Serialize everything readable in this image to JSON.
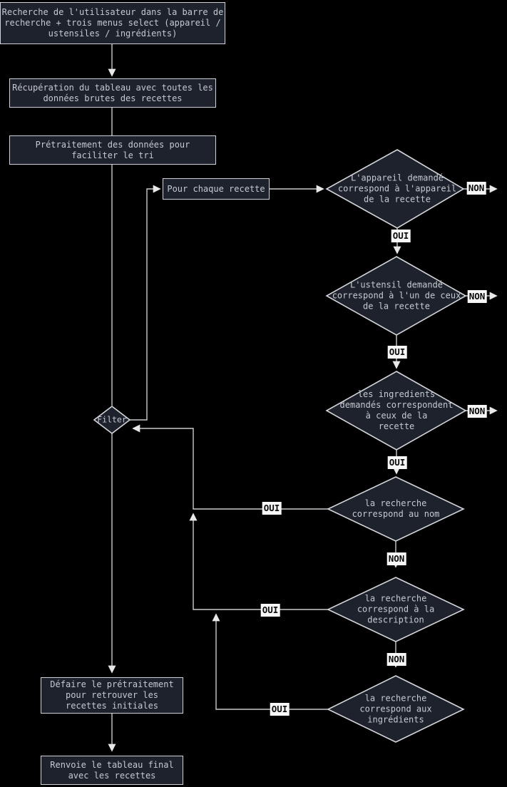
{
  "flowchart": {
    "title_semantic": "recipe-search-filter-flowchart",
    "colors": {
      "background": "#000000",
      "node_fill": "#1d222c",
      "node_border": "#ced1d6",
      "node_text": "#c5c9d0",
      "edge_line": "#c9cbce",
      "arrowhead": "#e8e8e8",
      "edge_label_bg": "#f7f7f7",
      "edge_label_text": "#0a0a0a"
    },
    "nodes": {
      "search": {
        "label": "Recherche de l'utilisateur dans la barre de\nrecherche + trois menus select (appareil /\nustensiles / ingrédients)"
      },
      "fetch_table": {
        "label": "Récupération du tableau avec toutes les\ndonnées brutes des recettes"
      },
      "preprocess": {
        "label": "Prétraitement des données pour\nfaciliter le tri"
      },
      "for_each": {
        "label": "Pour chaque recette"
      },
      "appliance_check": {
        "label": "L'appareil demandé\ncorrespond à l'appareil\nde la recette"
      },
      "utensil_check": {
        "label": "L'ustensil demandé\ncorrespond à l'un de ceux\nde la recette"
      },
      "ingredients_check": {
        "label": "les ingredients\ndemandés correspondent\nà ceux de la\nrecette"
      },
      "name_match": {
        "label": "la recherche\ncorrespond au nom"
      },
      "description_match": {
        "label": "la recherche\ncorrespond à la\ndescription"
      },
      "ingredients_match": {
        "label": "la recherche\ncorrespond aux\ningrédients"
      },
      "filter": {
        "label": "Filter"
      },
      "undo_preprocess": {
        "label": "Défaire le prétraitement\npour retrouver les\nrecettes initiales"
      },
      "return_table": {
        "label": "Renvoie le tableau final\navec les recettes"
      }
    },
    "edge_labels": {
      "oui": "OUI",
      "non": "NON"
    }
  }
}
